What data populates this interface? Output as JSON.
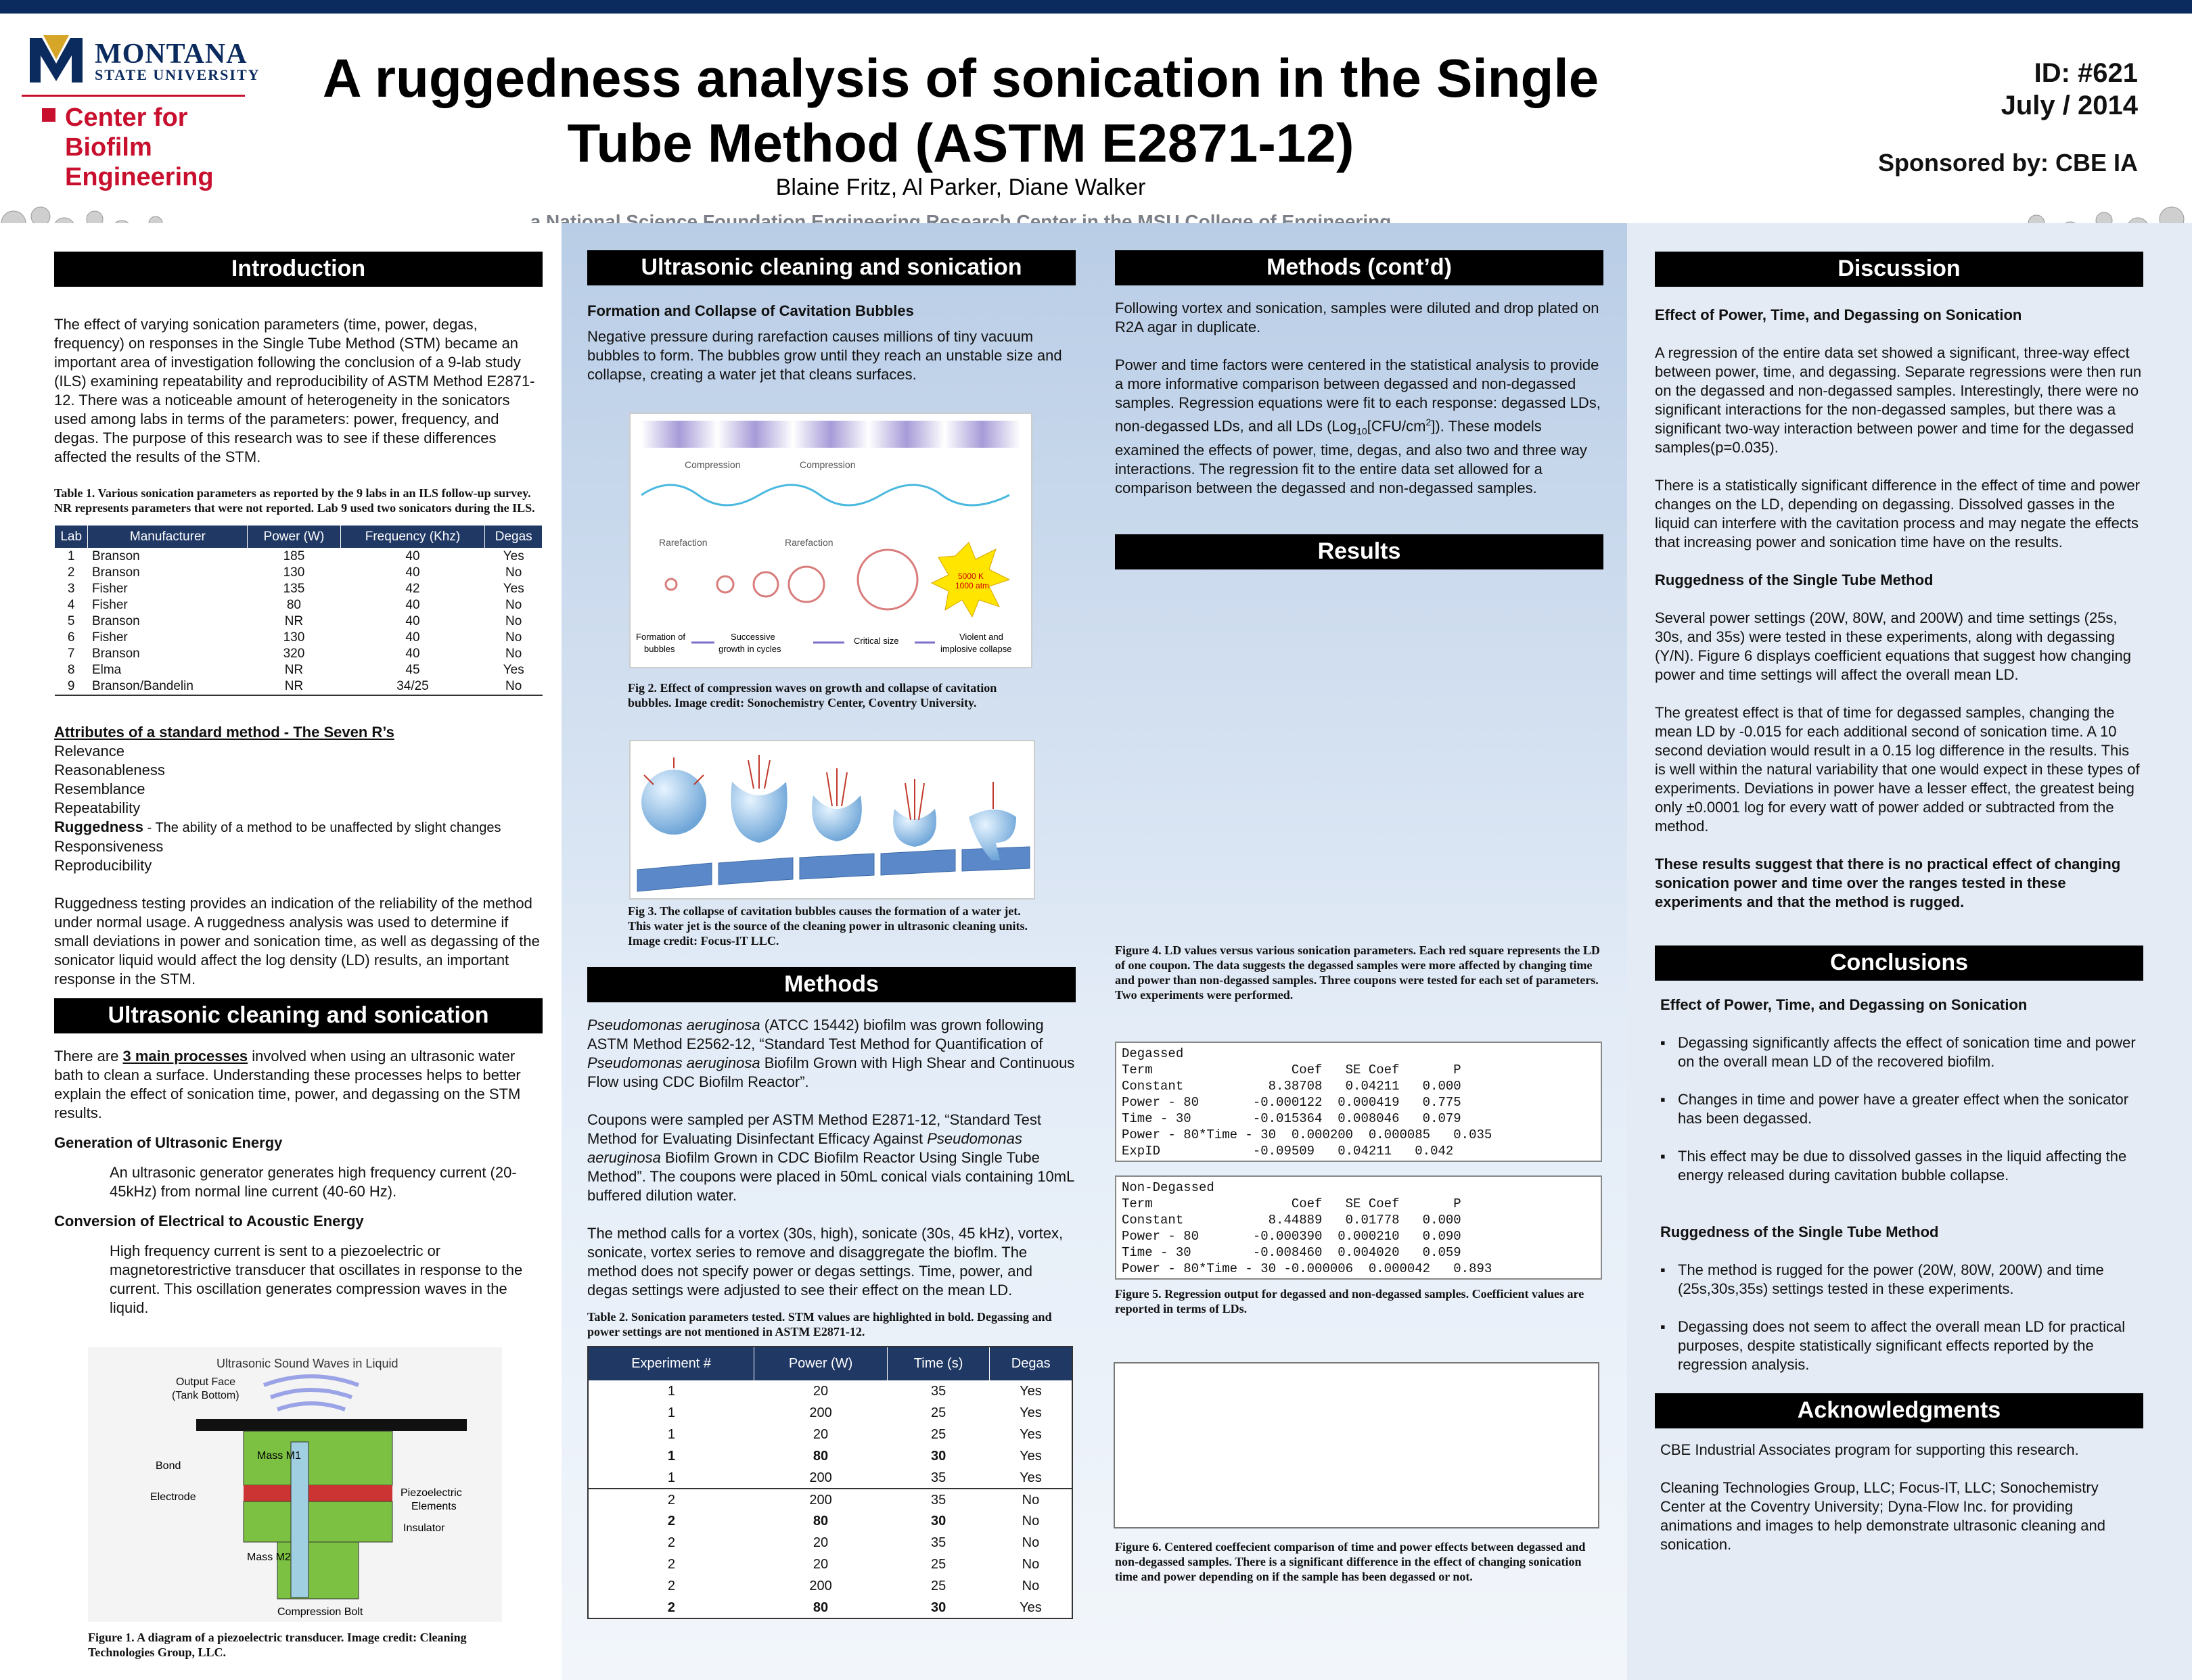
{
  "header": {
    "logo_line1": "MONTANA",
    "logo_line2": "STATE UNIVERSITY",
    "center": "Center for\nBiofilm\nEngineering",
    "title": "A ruggedness analysis of sonication in the Single Tube Method (ASTM E2871-12)",
    "authors": "Blaine Fritz, Al Parker, Diane Walker",
    "nsf": "a National Science Foundation Engineering Research Center in the MSU College of Engineering",
    "id": "ID: #621",
    "date": "July / 2014",
    "sponsor": "Sponsored by: CBE IA"
  },
  "intro": {
    "heading": "Introduction",
    "text": "The effect of varying sonication parameters (time, power, degas, frequency) on responses in the Single Tube Method (STM) became an important area of investigation following the conclusion of a 9-lab study (ILS) examining repeatability and reproducibility of ASTM Method E2871-12. There was a noticeable amount of heterogeneity in the sonicators used among labs in terms of the parameters: power, frequency, and degas. The purpose of this research was to see if these differences  affected the results of the STM.",
    "table_caption": "Table 1. Various sonication parameters as reported by the 9 labs in an ILS follow-up survey. NR represents parameters that were not reported. Lab 9 used two sonicators during the ILS.",
    "table_headers": [
      "Lab",
      "Manufacturer",
      "Power (W)",
      "Frequency (Khz)",
      "Degas"
    ],
    "table_rows": [
      [
        "1",
        "Branson",
        "185",
        "40",
        "Yes"
      ],
      [
        "2",
        "Branson",
        "130",
        "40",
        "No"
      ],
      [
        "3",
        "Fisher",
        "135",
        "42",
        "Yes"
      ],
      [
        "4",
        "Fisher",
        "80",
        "40",
        "No"
      ],
      [
        "5",
        "Branson",
        "NR",
        "40",
        "No"
      ],
      [
        "6",
        "Fisher",
        "130",
        "40",
        "No"
      ],
      [
        "7",
        "Branson",
        "320",
        "40",
        "No"
      ],
      [
        "8",
        "Elma",
        "NR",
        "45",
        "Yes"
      ],
      [
        "9",
        "Branson/Bandelin",
        "NR",
        "34/25",
        "No"
      ]
    ],
    "seven_title": "Attributes of a standard method - The Seven R’s",
    "seven": [
      "Relevance",
      "Reasonableness",
      "Resemblance",
      "Repeatability"
    ],
    "rugged_term": "Ruggedness",
    "rugged_def": " - The ability of a method to be unaffected by slight changes",
    "seven_more": [
      "Responsiveness",
      "Reproducibility"
    ],
    "text2": "Ruggedness testing provides an indication of the reliability of the method under normal usage. A ruggedness analysis was used to determine if small deviations in power and sonication time, as well as degassing of the sonicator liquid would affect the log density (LD) results, an important response in the STM."
  },
  "us1": {
    "heading": "Ultrasonic cleaning and sonication",
    "p1a": "There are ",
    "p1u": "3 main processes",
    "p1b": " involved when using an ultrasonic water bath to clean a surface. Understanding these processes helps to better explain the effect of sonication time, power, and degassing on the STM results.",
    "h1": "Generation of Ultrasonic Energy",
    "t1": "An ultrasonic generator generates high frequency current (20-45kHz) from normal line current (40-60 Hz).",
    "h2": "Conversion of Electrical to Acoustic Energy",
    "t2": "High frequency current is sent to a piezoelectric or magnetorestrictive transducer that oscillates in response to the current. This oscillation generates compression waves in the liquid.",
    "fig1_labels": {
      "title": "Ultrasonic Sound Waves in Liquid",
      "output": "Output Face\n(Tank Bottom)",
      "bond": "Bond",
      "electrode": "Electrode",
      "m1": "Mass\nM1",
      "m2": "Mass\nM2",
      "piezo": "Piezoelectric\nElements",
      "insulator": "Insulator",
      "bolt": "Compression Bolt"
    },
    "fig1_caption": "Figure 1.  A diagram of a piezoelectric transducer. Image credit: Cleaning Technologies Group, LLC."
  },
  "us2": {
    "heading": "Ultrasonic cleaning and sonication",
    "sub": "Formation and Collapse of Cavitation Bubbles",
    "text": "Negative pressure during rarefaction causes millions of tiny vacuum bubbles to form. The bubbles grow until they reach an unstable size and collapse, creating a water jet that cleans surfaces.",
    "fig2_labels": {
      "compression": "Compression",
      "rarefaction": "Rarefaction",
      "burst": "5000 K\n1000 atm",
      "s1": "Formation of\nbubbles",
      "s2": "Successive\ngrowth in cycles",
      "s3": "Critical size",
      "s4": "Violent and\nimplosive collapse"
    },
    "fig2_caption": "Fig 2. Effect of compression waves on growth and collapse of cavitation bubbles. Image credit: Sonochemistry Center, Coventry University.",
    "fig3_caption": "Fig 3. The collapse of cavitation bubbles causes the formation of a water jet. This water jet is the source of the cleaning power in ultrasonic cleaning units.  Image credit: Focus-IT LLC."
  },
  "methods": {
    "heading": "Methods",
    "p1_organism": "Pseudomonas aeruginosa",
    "p1": " (ATCC 15442) biofilm was grown following ASTM Method E2562-12, “Standard Test Method for Quantification of ",
    "p1_organism2": "Pseudomonas aeruginosa",
    "p1b": " Biofilm Grown with High Shear and Continuous Flow using CDC Biofilm Reactor”.",
    "p2": "Coupons were sampled per ASTM Method E2871-12, “Standard Test Method for Evaluating Disinfectant Efficacy Against ",
    "p2_organism": "Pseudomonas aeruginosa",
    "p2b": " Biofilm Grown in CDC Biofilm Reactor Using Single Tube Method”. The coupons were placed in 50mL conical vials containing 10mL buffered dilution water.",
    "p3": "The method calls for a vortex (30s, high), sonicate (30s, 45 kHz), vortex, sonicate, vortex series to remove and disaggregate the bioflm. The method does not specify power or degas settings. Time, power, and degas settings were adjusted to see their effect on the mean LD.",
    "table_caption": "Table 2. Sonication parameters tested. STM values are highlighted in bold. Degassing and power settings are not mentioned in ASTM E2871-12.",
    "table_headers": [
      "Experiment #",
      "Power (W)",
      "Time (s)",
      "Degas"
    ],
    "table_rows": [
      [
        "1",
        "20",
        "35",
        "Yes"
      ],
      [
        "1",
        "200",
        "25",
        "Yes"
      ],
      [
        "1",
        "20",
        "25",
        "Yes"
      ],
      [
        "1",
        "80",
        "30",
        "Yes"
      ],
      [
        "1",
        "200",
        "35",
        "Yes"
      ],
      [
        "2",
        "200",
        "35",
        "No"
      ],
      [
        "2",
        "80",
        "30",
        "No"
      ],
      [
        "2",
        "20",
        "35",
        "No"
      ],
      [
        "2",
        "20",
        "25",
        "No"
      ],
      [
        "2",
        "200",
        "25",
        "No"
      ],
      [
        "2",
        "80",
        "30",
        "Yes"
      ]
    ]
  },
  "methods2": {
    "heading": "Methods (cont’d)",
    "p1": "Following vortex and sonication, samples were diluted and drop plated on R2A agar in duplicate.",
    "p2a": "Power and time factors were centered in the statistical analysis to provide a more informative comparison between degassed and non-degassed samples. Regression equations were fit to each response: degassed LDs, non-degassed LDs, and all LDs (Log",
    "p2sub": "10",
    "p2b": "[CFU/cm",
    "p2sup": "2",
    "p2c": "]). These models examined the effects of power, time, degas, and also two and three way interactions. The regression fit to the entire data set allowed for a comparison between the degassed and non-degassed samples."
  },
  "results": {
    "heading": "Results",
    "fig4_caption": "Figure 4.  LD values versus various sonication parameters. Each red square represents the LD of one coupon. The data suggests the degassed samples were more affected by changing time and power than non-degassed samples. Three coupons were tested for each set of parameters. Two experiments were performed.",
    "reg_degassed": "Degassed\nTerm                  Coef   SE Coef       P\nConstant           8.38708   0.04211   0.000\nPower - 80       -0.000122  0.000419   0.775\nTime - 30        -0.015364  0.008046   0.079\nPower - 80*Time - 30  0.000200  0.000085   0.035\nExpID            -0.09509   0.04211   0.042",
    "reg_nondegassed": "Non-Degassed\nTerm                  Coef   SE Coef       P\nConstant           8.44889   0.01778   0.000\nPower - 80       -0.000390  0.000210   0.090\nTime - 30        -0.008460  0.004020   0.059\nPower - 80*Time - 30 -0.000006  0.000042   0.893",
    "fig5_caption": "Figure 5. Regression output for degassed and non-degassed samples. Coefficient values are reported in terms of LDs.",
    "fig6_caption": "Figure 6. Centered coeffecient comparison of time and power effects between degassed and non-degassed samples. There is a significant difference in the effect of changing sonication time and power depending on if the sample has been degassed or not."
  },
  "discussion": {
    "heading": "Discussion",
    "h1": "Effect of Power, Time, and  Degassing on Sonication",
    "p1": "A regression of the entire data set showed a significant, three-way effect between power, time, and degassing. Separate regressions were then run on the degassed and non-degassed samples. Interestingly, there were no significant interactions for the non-degassed samples, but there was a significant two-way interaction between power and time for the degassed samples(p=0.035).",
    "p2": "There is a statistically significant difference in the effect of time and power changes on the LD, depending on degassing. Dissolved gasses in the liquid can interfere with the cavitation process and may negate the effects that increasing power and sonication time have on the results.",
    "h2": "Ruggedness of the Single Tube Method",
    "p3": "Several power settings (20W, 80W, and 200W) and time settings (25s, 30s, and 35s) were tested in these experiments, along with degassing (Y/N). Figure 6 displays coefficient equations that suggest how changing power and time settings will affect the overall mean LD.",
    "p4": "The greatest effect is that of time for degassed samples, changing the mean LD by -0.015 for each additional second of sonication time.  A 10 second deviation would result in a 0.15 log difference in the results. This is well within the natural variability that one would expect in these types of experiments. Deviations in power have a lesser effect, the greatest being only ±0.0001 log for every watt of power added or subtracted from the method.",
    "p5": "These results suggest that there is no practical effect of changing sonication power and time over the ranges tested in these experiments and that the method is rugged."
  },
  "conclusions": {
    "heading": "Conclusions",
    "h1": "Effect of Power, Time, and Degassing on Sonication",
    "b1": [
      "Degassing significantly affects the effect of sonication time and power on the overall mean LD of the recovered biofilm.",
      "Changes in time and power have a greater effect  when the sonicator has been degassed.",
      "This effect may be due to dissolved gasses in the liquid affecting the energy released during cavitation bubble collapse."
    ],
    "h2": "Ruggedness of the Single Tube Method",
    "b2": [
      "The method is rugged for the power (20W, 80W, 200W) and time (25s,30s,35s) settings tested in these experiments.",
      "Degassing does not seem to affect the overall mean LD for practical purposes, despite statistically significant effects reported by the regression analysis."
    ]
  },
  "ack": {
    "heading": "Acknowledgments",
    "p1": "CBE Industrial Associates program for supporting this research.",
    "p2": "Cleaning Technologies Group, LLC; Focus-IT, LLC; Sonochemistry Center at the Coventry University; Dyna-Flow Inc. for providing animations and images to help demonstrate ultrasonic cleaning and sonication."
  }
}
